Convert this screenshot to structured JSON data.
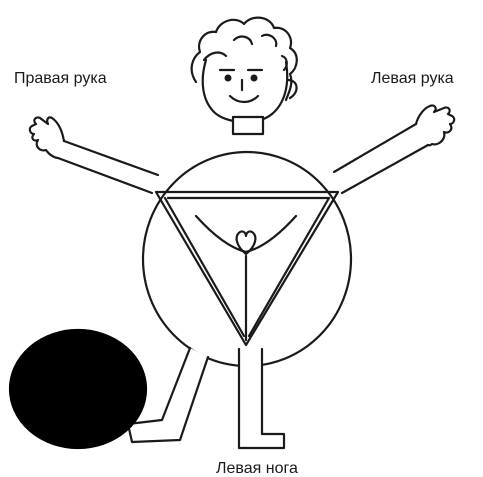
{
  "labels": {
    "right_arm": "Правая рука",
    "left_arm": "Левая рука",
    "left_leg": "Левая нога"
  },
  "colors": {
    "ink": "#1a1a1a",
    "background": "#ffffff",
    "ball": "#000000"
  }
}
